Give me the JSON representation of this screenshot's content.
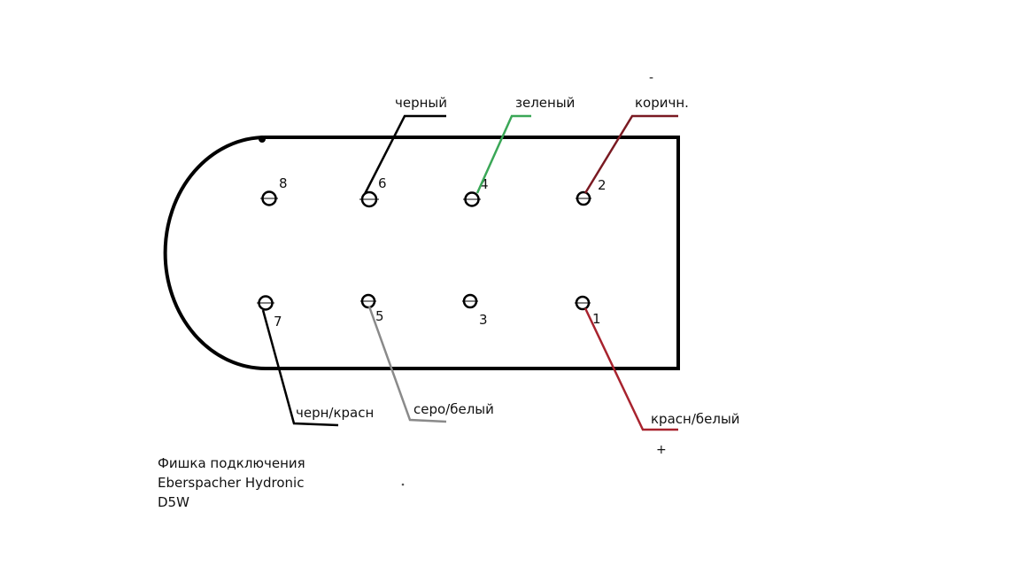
{
  "pins": [
    {
      "id": "8",
      "label": "8"
    },
    {
      "id": "6",
      "label": "6"
    },
    {
      "id": "4",
      "label": "4"
    },
    {
      "id": "2",
      "label": "2"
    },
    {
      "id": "7",
      "label": "7"
    },
    {
      "id": "5",
      "label": "5"
    },
    {
      "id": "3",
      "label": "3"
    },
    {
      "id": "1",
      "label": "1"
    }
  ],
  "wires": [
    {
      "pin": "6",
      "label": "черный",
      "color": "#000000"
    },
    {
      "pin": "4",
      "label": "зеленый",
      "color": "#3aa757"
    },
    {
      "pin": "2",
      "label": "коричн.",
      "color": "#7a1a22"
    },
    {
      "pin": "7",
      "label": "черн/красн",
      "color": "#000000"
    },
    {
      "pin": "5",
      "label": "серо/белый",
      "color": "#8a8a8a"
    },
    {
      "pin": "1",
      "label": "красн/белый",
      "color": "#a8232e"
    }
  ],
  "polarity": {
    "minus": "-",
    "plus": "+"
  },
  "caption": {
    "line1": "Фишка подключения",
    "line2": "Eberspacher Hydronic",
    "line3": "D5W"
  }
}
